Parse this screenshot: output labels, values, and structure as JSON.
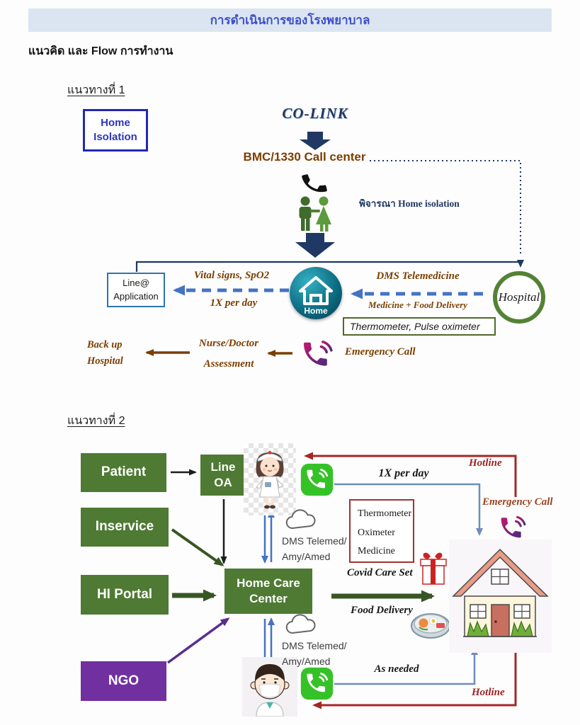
{
  "header": {
    "title": "การดำเนินการของโรงพยาบาล",
    "subtitle": "แนวคิด และ Flow การทำงาน"
  },
  "d1": {
    "heading": "แนวทางที่ 1",
    "home_isolation": "Home Isolation",
    "co_link": "CO-LINK",
    "call_center": "BMC/1330 Call center",
    "consider": "พิจารณา Home isolation",
    "line_app": "Line@ Application",
    "vital": "Vital signs, SpO2",
    "per_day": "1X per day",
    "home": "Home",
    "dms": "DMS Telemedicine",
    "med_food": "Medicine + Food Delivery",
    "hospital": "Hospital",
    "thermo": "Thermometer, Pulse oximeter",
    "backup": "Back up Hospital",
    "nurse_doctor": "Nurse/Doctor",
    "assessment": "Assessment",
    "emergency": "Emergency Call"
  },
  "d2": {
    "heading": "แนวทางที่ 2",
    "patient": "Patient",
    "inservice": "Inservice",
    "hi_portal": "HI Portal",
    "ngo": "NGO",
    "line_oa": "Line OA",
    "home_care": "Home Care Center",
    "hotline_top": "Hotline",
    "per_day": "1X per day",
    "emergency": "Emergency Call",
    "thermo": [
      "Thermometer",
      "Oximeter",
      "Medicine"
    ],
    "dms_upper": [
      "DMS Telemed/",
      "Amy/Amed"
    ],
    "covid_set": "Covid Care Set",
    "food_delivery": "Food Delivery",
    "dms_lower": [
      "DMS Telemed/",
      "Amy/Amed"
    ],
    "as_needed": "As needed",
    "hotline_bottom": "Hotline"
  },
  "colors": {
    "title_text": "#3d4ec9",
    "title_bg": "#dbe5f1",
    "navy": "#1f3864",
    "brown": "#7b3f00",
    "box_green": "#4e7a33",
    "ngo_purple": "#7030a0",
    "hotline_red": "#a62626",
    "arrow_blue": "#4472c4",
    "phone_green": "#35c227",
    "hospital_ring": "#548235"
  },
  "icons": {
    "call_center_phone": "phone-receiver",
    "couple": "patient-couple",
    "home_app": "home-circle-app",
    "hospital": "hospital-ring",
    "emergency_phone": "gradient-phone",
    "line_phone": "green-phone-app",
    "cloud": "cloud",
    "gift": "covid-care-gift",
    "food": "food-delivery-box",
    "house": "patient-house",
    "nurse": "nurse-cartoon",
    "doctor": "doctor-cartoon"
  }
}
